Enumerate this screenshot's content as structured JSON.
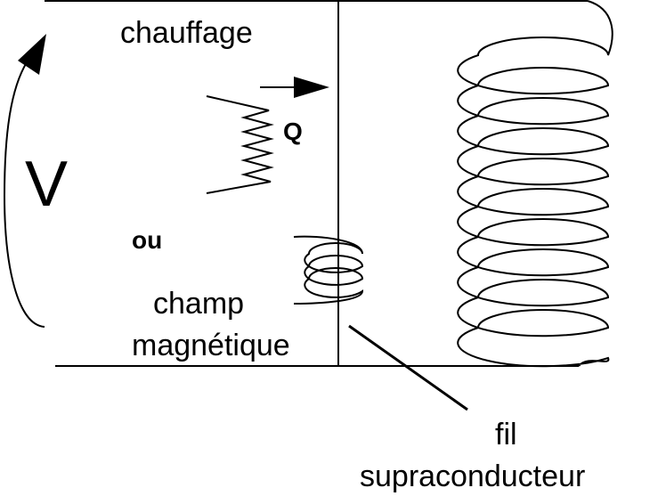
{
  "labels": {
    "heating": "chauffage",
    "heat_symbol": "Q",
    "voltage": "V",
    "or": "ou",
    "magnetic_field_line1": "champ",
    "magnetic_field_line2": "magnétique",
    "wire_line1": "fil",
    "wire_line2": "supraconducteur"
  },
  "colors": {
    "ink": "#000000",
    "background": "#ffffff"
  }
}
